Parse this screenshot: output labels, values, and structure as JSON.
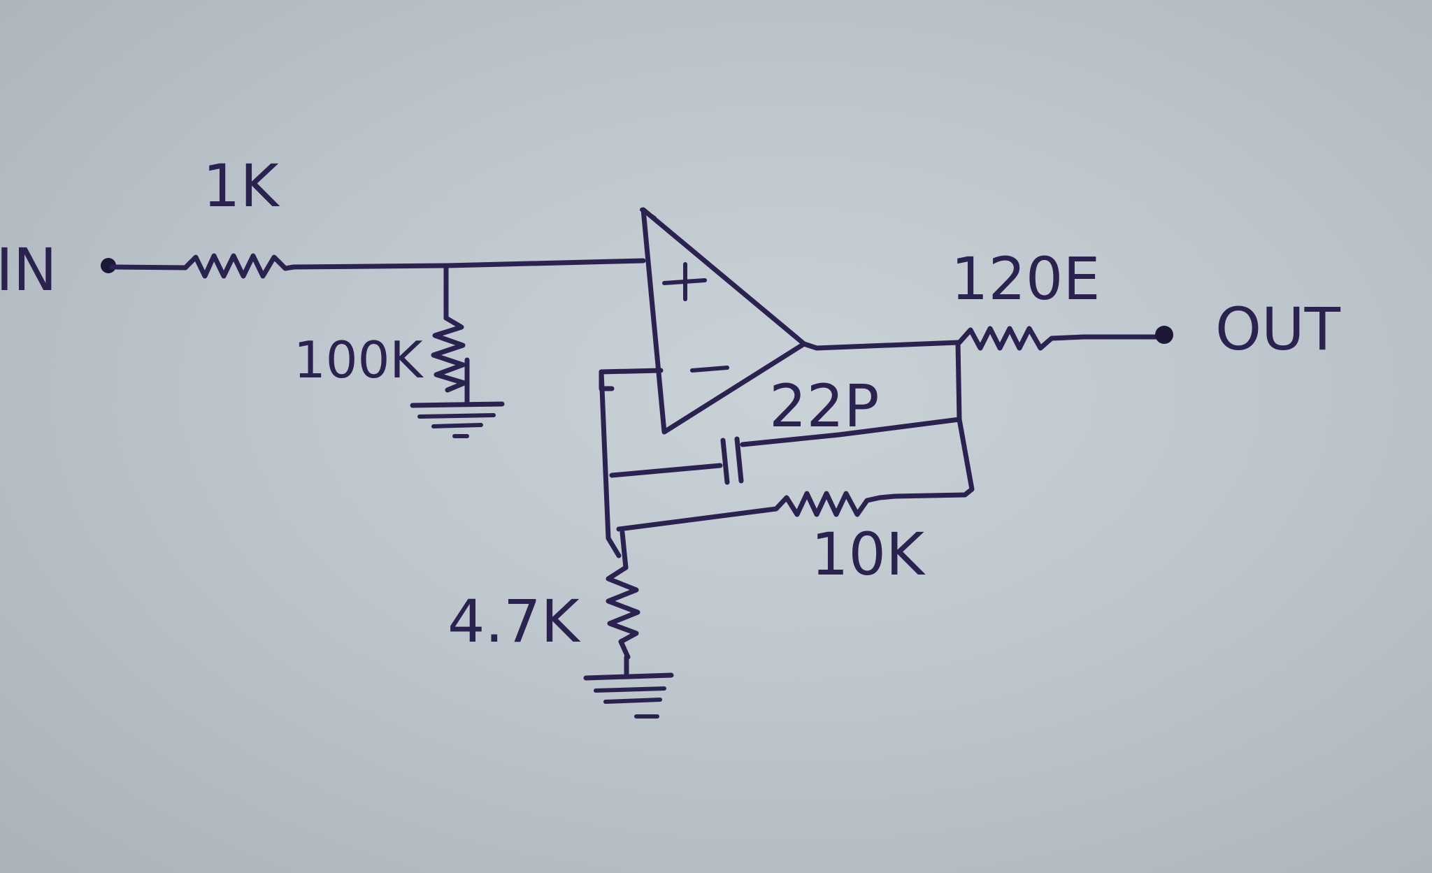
{
  "labels": {
    "input": "IN",
    "output": "OUT",
    "r_in": "1K",
    "r_bias": "100K",
    "r_out": "120E",
    "cap_feedback": "22P",
    "r_feedback": "10K",
    "r_ground": "4.7K",
    "opamp_plus": "+",
    "opamp_minus": "−"
  },
  "colors": {
    "paper": "#c4cdd2",
    "ink": "#2a2350"
  }
}
